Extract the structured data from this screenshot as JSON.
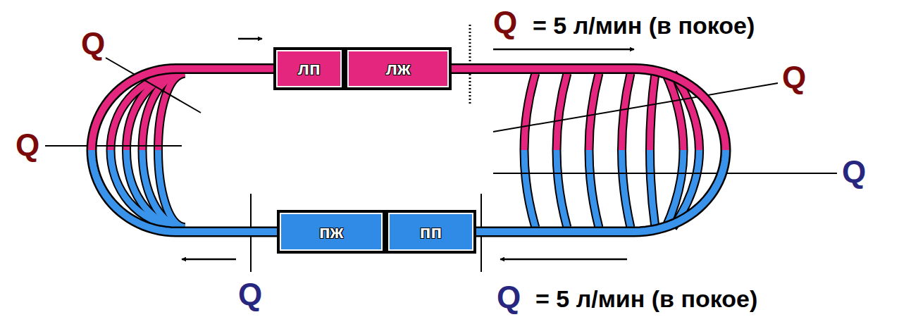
{
  "diagram": {
    "nodes": [
      {
        "text": [
          "лп"
        ]
      },
      {
        "text": [
          "лж"
        ]
      },
      {
        "text": [
          "пж"
        ]
      },
      {
        "text": [
          "пп"
        ]
      }
    ],
    "edges": [
      {
        "from": 1,
        "to": 3,
        "arrow": "none"
      },
      {
        "from": 2,
        "to": 0,
        "arrow": "none"
      }
    ],
    "labels": [
      "Q",
      "= 5 л/мин (в покое)",
      "Q",
      "Q",
      "Q",
      "Q",
      "Q",
      "Q",
      "= 5 л/мин (в покое)"
    ]
  }
}
